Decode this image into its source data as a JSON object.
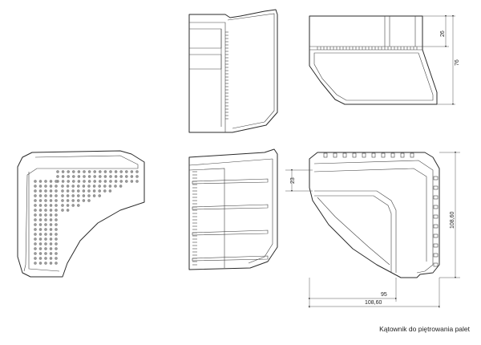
{
  "caption": "Kątownik do piętrowania palet",
  "dimensions": {
    "top_right_small": "26",
    "top_right_height": "76",
    "bottom_right_inner": "23",
    "bottom_right_height": "108,60",
    "bottom_width_inner": "95",
    "bottom_width_outer": "108,60"
  }
}
